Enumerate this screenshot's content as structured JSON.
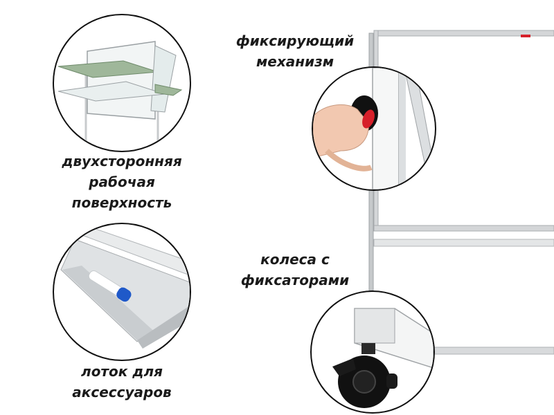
{
  "captions": {
    "double_sided": [
      "двухсторонняя",
      "рабочая",
      "поверхность"
    ],
    "tray": [
      "лоток для",
      "аксессуаров"
    ],
    "locking": [
      "фиксирующий",
      "механизм"
    ],
    "wheels": [
      "колеса с",
      "фиксаторами"
    ]
  },
  "colors": {
    "frame": "#c9ccce",
    "panel_green": "#9fb79a",
    "marker_blue": "#1f59c9",
    "nail_red": "#d6202a",
    "wheel_black": "#111111"
  }
}
